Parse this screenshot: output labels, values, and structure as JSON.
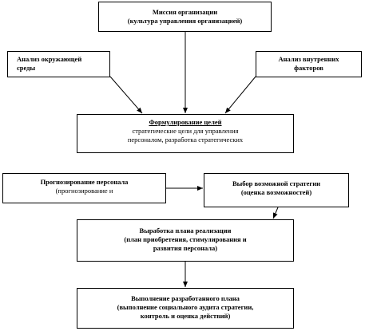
{
  "boxes": {
    "mission": {
      "line1": "Миссия организации",
      "line2": "(культура управления организацией)"
    },
    "env": {
      "line1": "Анализ окружающей",
      "line2": "среды"
    },
    "internal": {
      "line1": "Анализ внутренних",
      "line2": "факторов"
    },
    "goals": {
      "line1": "Формулирование целей",
      "line2": "стратегические цели для управления",
      "line3": "персоналом, разработка стратегических"
    },
    "forecast": {
      "line1": "Прогнозирование персонала",
      "line2": "(прогнозирование и"
    },
    "choice": {
      "line1": "Выбор возможной стратегии",
      "line2": "(оценка возможностей)"
    },
    "plan": {
      "line1": "Выработка плана реализации",
      "line2": "(план приобретения, стимулирования и",
      "line3": "развития персонала)"
    },
    "exec": {
      "line1": "Выполнение разработанного плана",
      "line2": "(выполнение социального аудита стратегии,",
      "line3": "контроль и оценка действий)"
    }
  },
  "colors": {
    "stroke": "#000000",
    "background": "#ffffff"
  }
}
